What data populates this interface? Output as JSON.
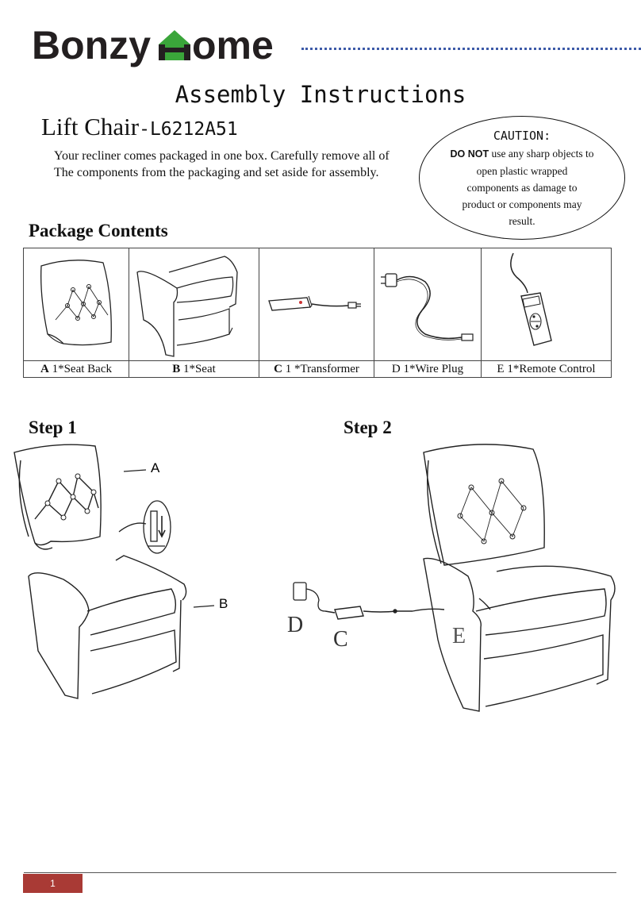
{
  "logo": {
    "brand_left": "Bonzy",
    "brand_right": "ome",
    "brand_color": "#231f20",
    "house_color": "#3aa53a",
    "dots_color": "#3d5aa8"
  },
  "header": {
    "title": "Assembly Instructions"
  },
  "product": {
    "name": "Lift Chair",
    "model": "-L6212A51"
  },
  "intro": {
    "line1": "Your recliner comes packaged in one box. Carefully remove all of",
    "line2": "The components from the packaging and set aside for assembly."
  },
  "caution": {
    "title": "CAUTION:",
    "bold": "DO NOT",
    "line1": " use any sharp objects to",
    "line2": "open plastic wrapped",
    "line3": "components as damage to",
    "line4": "product or components may",
    "line5": "result."
  },
  "package": {
    "heading": "Package Contents",
    "items": [
      {
        "letter": "A",
        "text": " 1*Seat Back"
      },
      {
        "letter": "B",
        "text": " 1*Seat"
      },
      {
        "letter": "C",
        "text": " 1 *Transformer"
      },
      {
        "letter": "",
        "text": "D 1*Wire Plug"
      },
      {
        "letter": "",
        "text": "E 1*Remote Control"
      }
    ]
  },
  "steps": {
    "step1": "Step 1",
    "step2": "Step 2",
    "labels": {
      "a": "A",
      "b": "B",
      "c": "C",
      "d": "D",
      "e": "E"
    }
  },
  "footer": {
    "page": "1",
    "accent": "#a93a35"
  }
}
